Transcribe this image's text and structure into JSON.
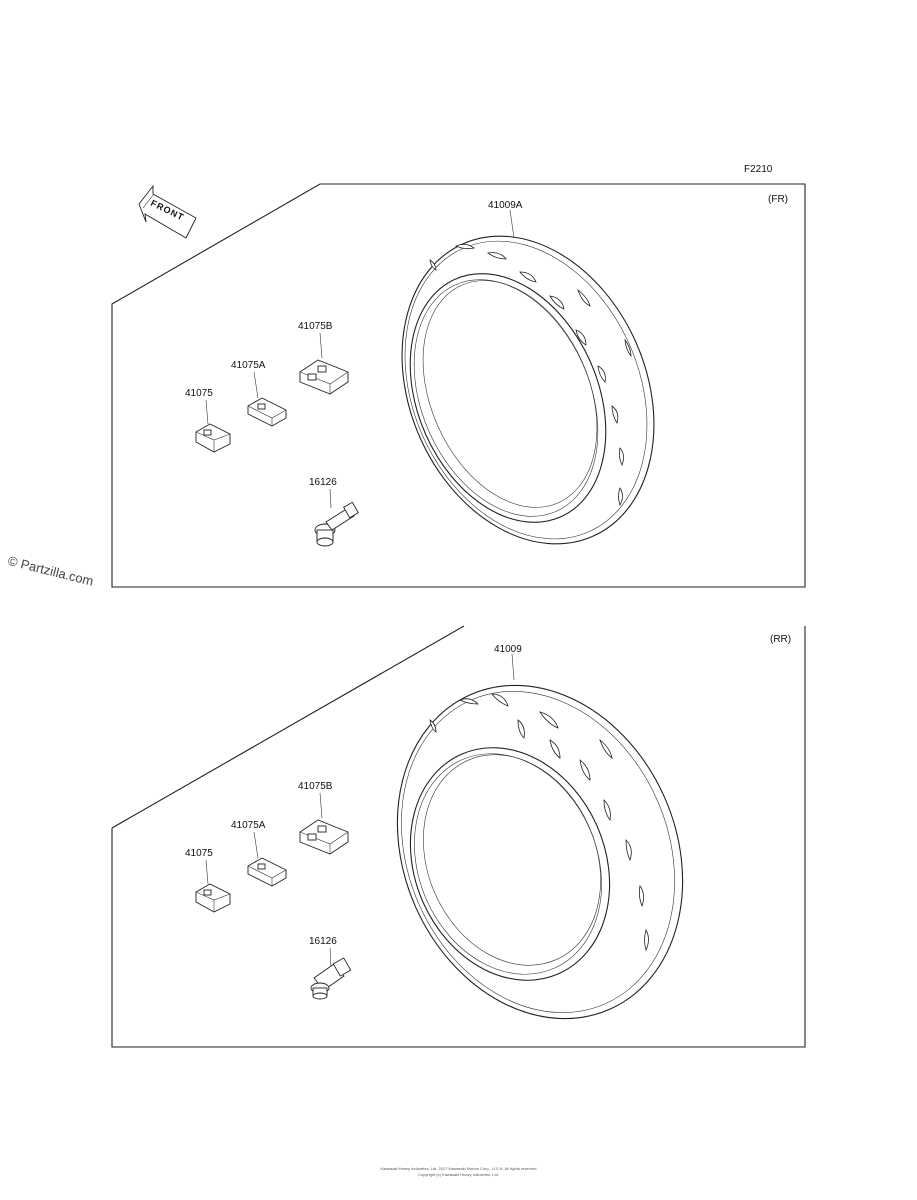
{
  "diagram": {
    "code": "F2210",
    "front_arrow_label": "FRONT",
    "front_section": {
      "label": "(FR)",
      "tire_part": "41009A",
      "weights": [
        "41075B",
        "41075A",
        "41075"
      ],
      "valve": "16126"
    },
    "rear_section": {
      "label": "(RR)",
      "tire_part": "41009",
      "weights": [
        "41075B",
        "41075A",
        "41075"
      ],
      "valve": "16126"
    }
  },
  "watermark": "© Partzilla.com",
  "footer": {
    "line1": "Kawasaki Heavy Industries, Ltd. 2017 Kawasaki Motors Corp., U.S.A. All rights reserved",
    "line2": "Copyright (c) Kawasaki Heavy Industries, Ltd."
  }
}
